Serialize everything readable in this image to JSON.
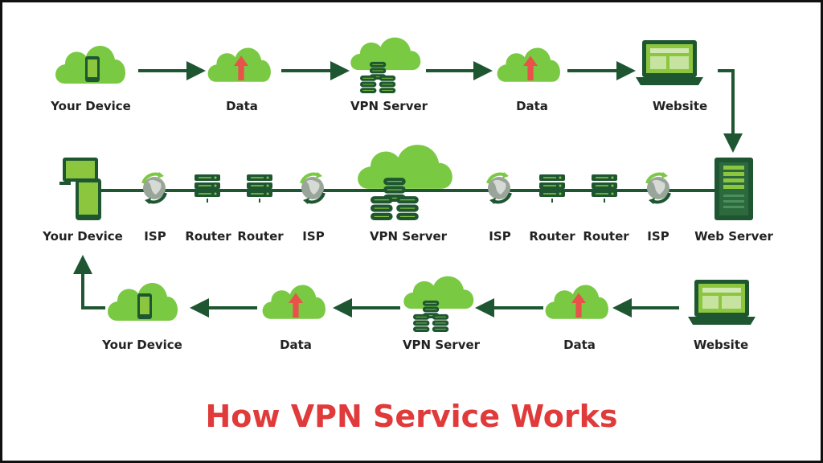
{
  "title": "How VPN Service Works",
  "colors": {
    "cloud": "#7ac943",
    "dark_green": "#1e5631",
    "screen": "#8cc63f",
    "arrow_up": "#e8524a",
    "title_red": "#e03a3a"
  },
  "row1": {
    "direction": "left-to-right",
    "nodes": [
      {
        "label": "Your Device",
        "icon": "cloud-phone-icon"
      },
      {
        "label": "Data",
        "icon": "cloud-upload-icon"
      },
      {
        "label": "VPN Server",
        "icon": "cloud-server-icon"
      },
      {
        "label": "Data",
        "icon": "cloud-upload-icon"
      },
      {
        "label": "Website",
        "icon": "laptop-icon"
      }
    ]
  },
  "row2": {
    "nodes": [
      {
        "label": "Your Device",
        "icon": "devices-icon"
      },
      {
        "label": "ISP",
        "icon": "globe-icon"
      },
      {
        "label": "Router",
        "icon": "router-icon"
      },
      {
        "label": "Router",
        "icon": "router-icon"
      },
      {
        "label": "ISP",
        "icon": "globe-icon"
      },
      {
        "label": "VPN Server",
        "icon": "cloud-server-icon"
      },
      {
        "label": "ISP",
        "icon": "globe-icon"
      },
      {
        "label": "Router",
        "icon": "router-icon"
      },
      {
        "label": "Router",
        "icon": "router-icon"
      },
      {
        "label": "ISP",
        "icon": "globe-icon"
      },
      {
        "label": "Web Server",
        "icon": "server-tower-icon"
      }
    ]
  },
  "row3": {
    "direction": "right-to-left",
    "nodes": [
      {
        "label": "Your Device",
        "icon": "cloud-phone-icon"
      },
      {
        "label": "Data",
        "icon": "cloud-upload-icon"
      },
      {
        "label": "VPN Server",
        "icon": "cloud-server-icon"
      },
      {
        "label": "Data",
        "icon": "cloud-upload-icon"
      },
      {
        "label": "Website",
        "icon": "laptop-icon"
      }
    ]
  }
}
